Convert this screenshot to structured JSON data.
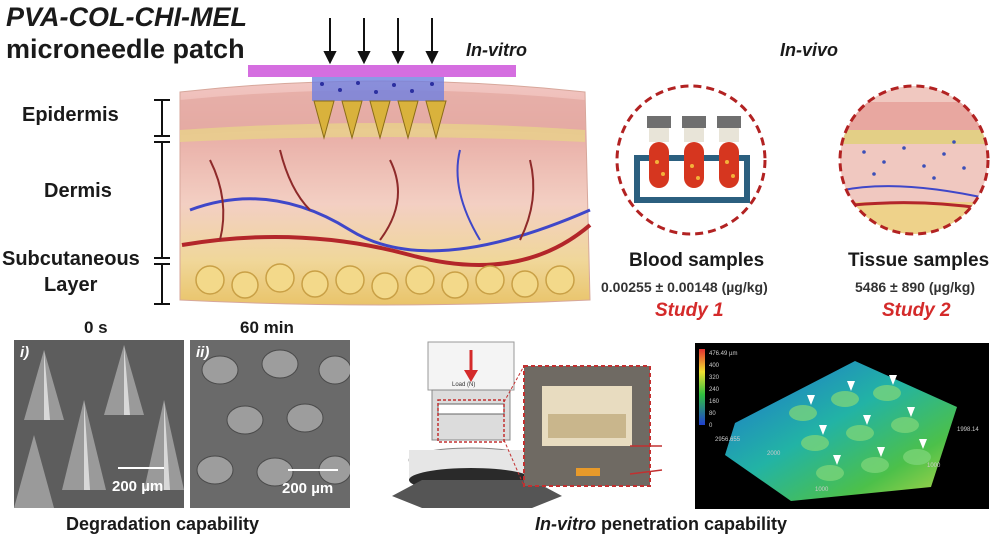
{
  "title": {
    "line1": "PVA-COL-CHI-MEL",
    "line2": "microneedle patch"
  },
  "skin_layers": {
    "epidermis": "Epidermis",
    "dermis": "Dermis",
    "subcutaneous_line1": "Subcutaneous",
    "subcutaneous_line2": "Layer"
  },
  "sections": {
    "in_vitro": "In-vitro",
    "in_vivo": "In-vivo"
  },
  "studies": [
    {
      "label": "Blood samples",
      "value": "0.00255 ± 0.00148 (µg/kg)",
      "study": "Study 1"
    },
    {
      "label": "Tissue samples",
      "value": "5486 ± 890 (µg/kg)",
      "study": "Study 2"
    }
  ],
  "degradation": {
    "time_0": "0 s",
    "time_60": "60 min",
    "panel_i": "i)",
    "panel_ii": "ii)",
    "scale_i": "200 µm",
    "scale_ii": "200 µm",
    "caption": "Degradation capability"
  },
  "penetration": {
    "caption_italic": "In-vitro",
    "caption_rest": " penetration capability",
    "load_label": "Load (N)",
    "profile_top_label": "476.49 µm",
    "profile_ticks": [
      "400",
      "320",
      "240",
      "160",
      "80",
      "0"
    ],
    "profile_axis": [
      "2956.655",
      "2000",
      "1000",
      "1000",
      "1998.14"
    ]
  },
  "colors": {
    "accent_red": "#d42a2a",
    "patch_purple": "#d56ee0",
    "circle_dash": "#b22222"
  }
}
